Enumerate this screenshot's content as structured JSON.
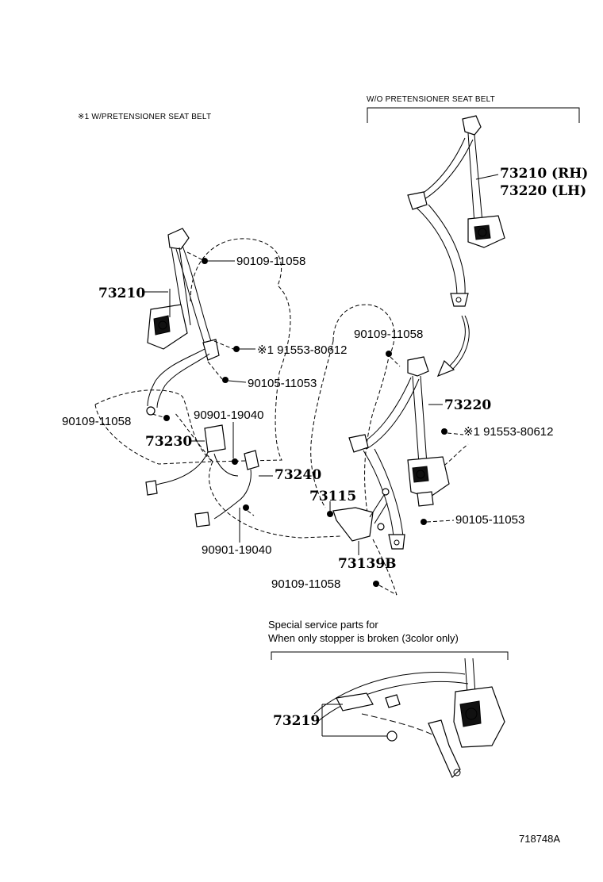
{
  "notes": {
    "pretensioner_note": "※1  W/PRETENSIONER SEAT BELT",
    "without_pretensioner": "W/O PRETENSIONER SEAT BELT"
  },
  "labels": {
    "p_73210_rh": "73210 (RH)",
    "p_73220_lh": "73220 (LH)",
    "p_73210": "73210",
    "p_90109_a": "90109-11058",
    "p_91553_a": "※1 91553-80612",
    "p_90105_a": "90105-11053",
    "p_90109_b": "90109-11058",
    "p_90901_a": "90901-19040",
    "p_73230": "73230",
    "p_73240": "73240",
    "p_90901_b": "90901-19040",
    "p_90109_c": "90109-11058",
    "p_73220": "73220",
    "p_91553_b": "※1 91553-80612",
    "p_73115": "73115",
    "p_90105_b": "90105-11053",
    "p_73139b": "73139B",
    "p_90109_d": "90109-11058",
    "p_73219": "73219"
  },
  "service": {
    "line1": "Special service parts for",
    "line2": "When only stopper is broken (3color only)"
  },
  "figure_id": "718748A"
}
